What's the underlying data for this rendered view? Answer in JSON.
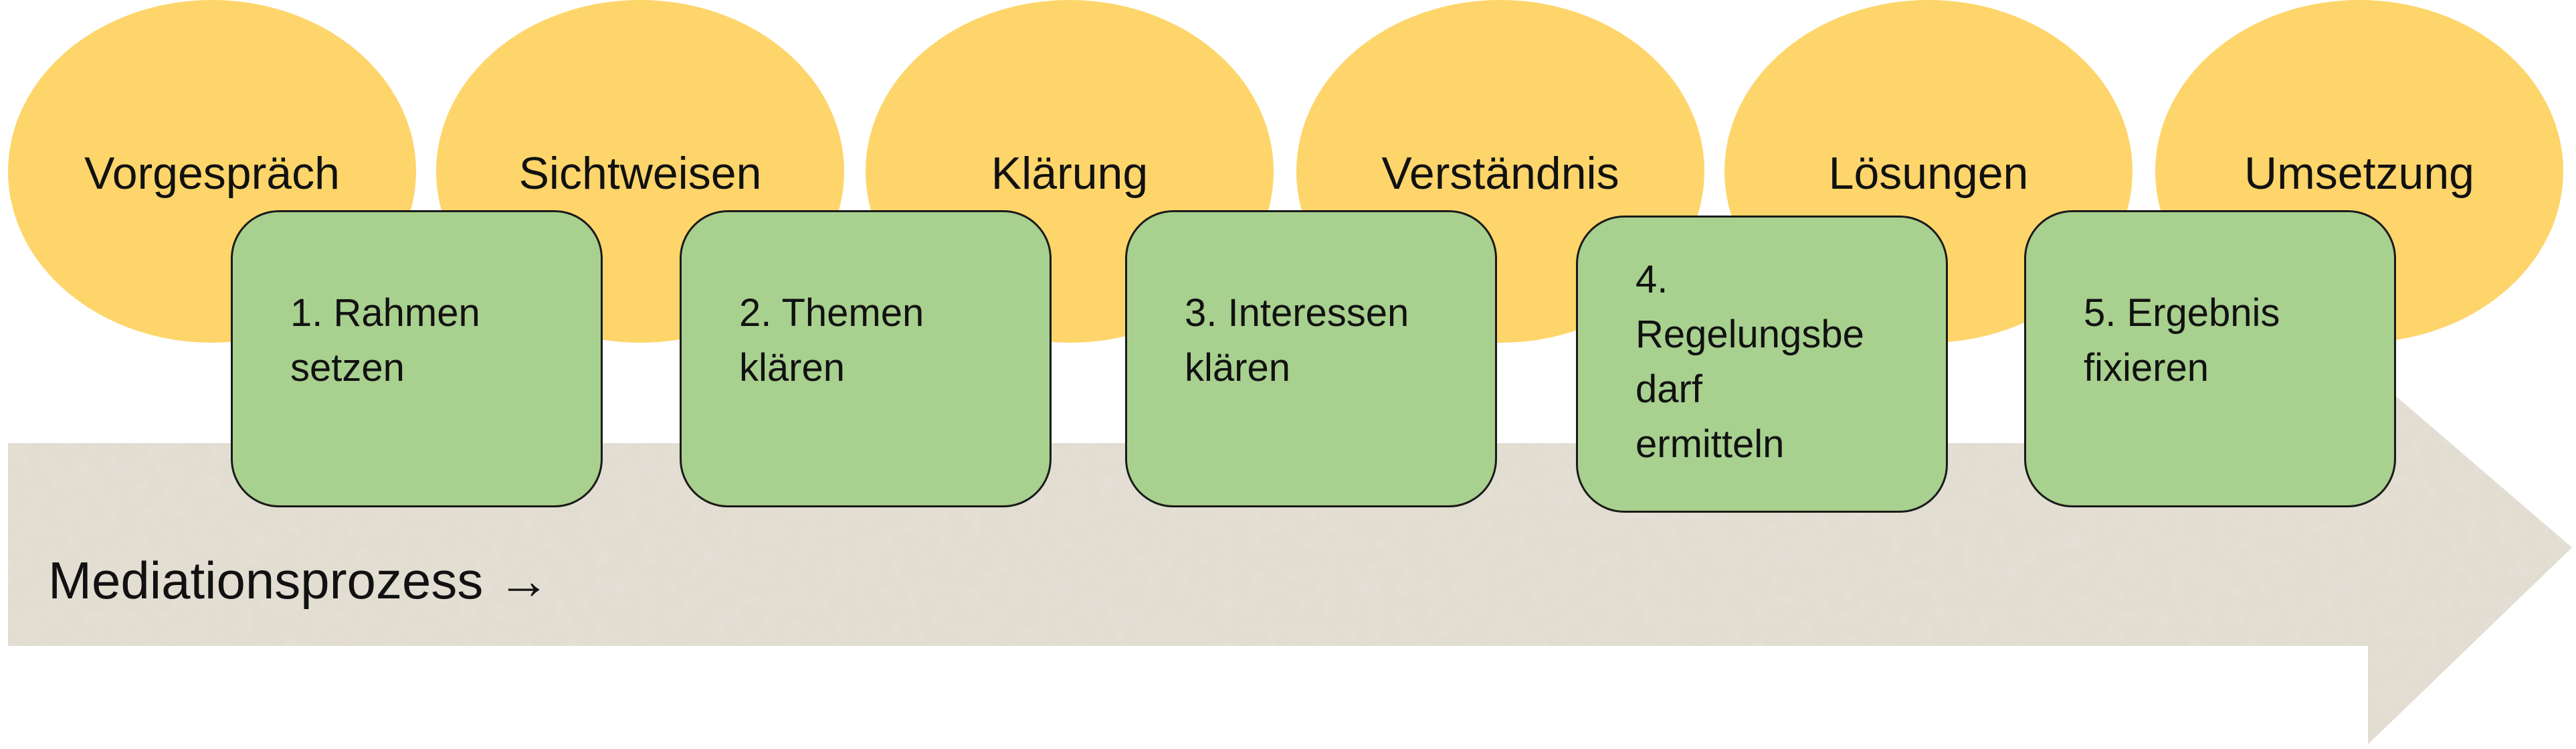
{
  "phases": [
    {
      "label": "Vorgespräch"
    },
    {
      "label": "Sichtweisen"
    },
    {
      "label": "Klärung"
    },
    {
      "label": "Verständnis"
    },
    {
      "label": "Lösungen"
    },
    {
      "label": "Umsetzung"
    }
  ],
  "steps": [
    {
      "text": "1. Rahmen\nsetzen"
    },
    {
      "text": "2. Themen\nklären"
    },
    {
      "text": "3. Interessen\nklären"
    },
    {
      "text": "4.\nRegelungsbe\ndarf\nermitteln"
    },
    {
      "text": "5. Ergebnis\nfixieren"
    }
  ],
  "process": {
    "label": "Mediationsprozess →"
  },
  "colors": {
    "phase_fill": "#fdd56a",
    "step_fill": "#a8d08e",
    "arrow_fill": "#e2ddd1"
  }
}
